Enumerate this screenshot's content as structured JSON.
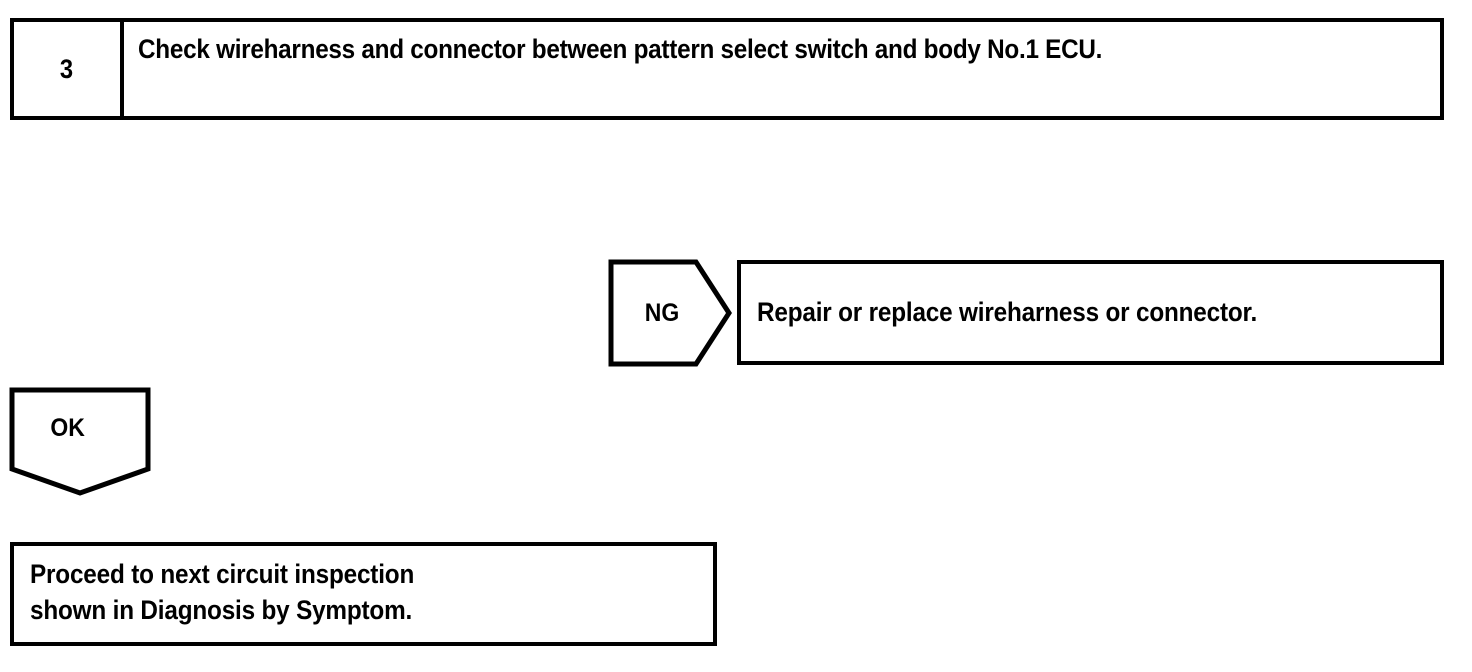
{
  "document": {
    "type": "diagnostic-flowchart",
    "colors": {
      "ink": "#000000",
      "paper": "#ffffff"
    }
  },
  "step": {
    "number": "3",
    "instruction": "Check wireharness and connector between pattern select switch and body No.1 ECU."
  },
  "branches": {
    "ng": {
      "label": "NG",
      "result_text": "Repair or replace wireharness or connector."
    },
    "ok": {
      "label": "OK",
      "result_text": "Proceed to next circuit inspection\n shown in Diagnosis by Symptom."
    }
  }
}
